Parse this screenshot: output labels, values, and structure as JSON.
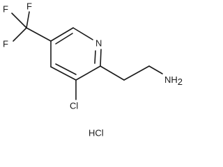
{
  "molecule": {
    "atoms": {
      "fluorine_1": "F",
      "fluorine_2": "F",
      "fluorine_3": "F",
      "ring_nitrogen": "N",
      "chlorine": "Cl",
      "amine_symbol": "NH",
      "amine_subscript": "2"
    },
    "salt": "HCl"
  }
}
